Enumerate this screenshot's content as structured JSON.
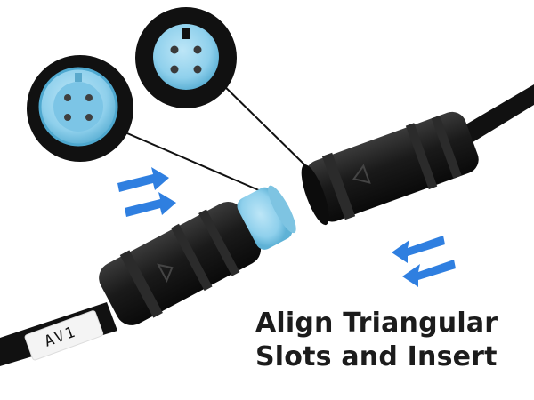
{
  "caption": {
    "line1": "Align Triangular",
    "line2": "Slots and Insert"
  },
  "cable_label": "AV1",
  "colors": {
    "connector_body": "#1a1a1a",
    "pin_insert": "#8fd0ec",
    "arrow": "#2f7fe0",
    "sleeve": "#f4f4f4"
  }
}
